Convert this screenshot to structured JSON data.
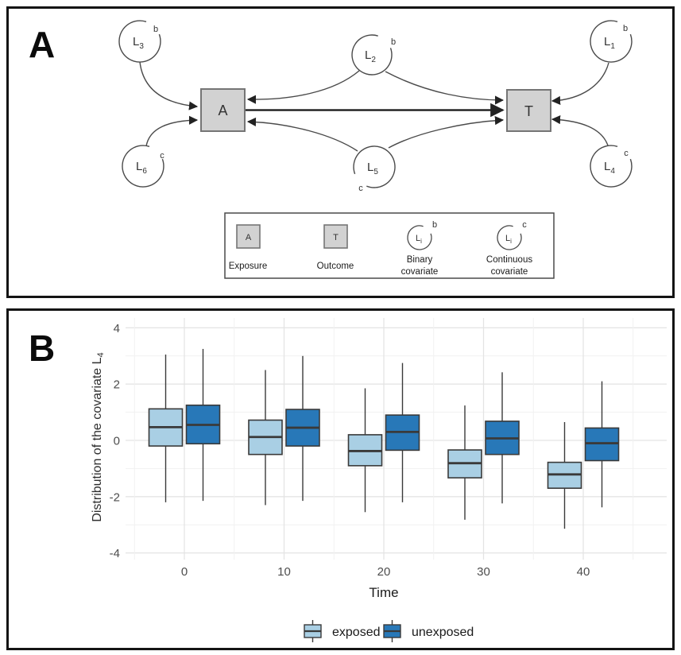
{
  "panelA": {
    "label": "A",
    "nodes": {
      "L1": {
        "base": "L",
        "sub": "1",
        "sup": "b"
      },
      "L2": {
        "base": "L",
        "sub": "2",
        "sup": "b"
      },
      "L3": {
        "base": "L",
        "sub": "3",
        "sup": "b"
      },
      "L4": {
        "base": "L",
        "sub": "4",
        "sup": "c"
      },
      "L5": {
        "base": "L",
        "sub": "5",
        "sup": "c"
      },
      "L6": {
        "base": "L",
        "sub": "6",
        "sup": "c"
      },
      "A": "A",
      "T": "T"
    },
    "edges": [
      {
        "from": "L3",
        "to": "A"
      },
      {
        "from": "L6",
        "to": "A"
      },
      {
        "from": "L2",
        "to": "A"
      },
      {
        "from": "L2",
        "to": "T"
      },
      {
        "from": "A",
        "to": "T"
      },
      {
        "from": "L5",
        "to": "A"
      },
      {
        "from": "L5",
        "to": "T"
      },
      {
        "from": "L1",
        "to": "T"
      },
      {
        "from": "L4",
        "to": "T"
      }
    ],
    "legend": {
      "exposure": {
        "symbol": "A",
        "label": "Exposure"
      },
      "outcome": {
        "symbol": "T",
        "label": "Outcome"
      },
      "binary": {
        "base": "L",
        "sub": "i",
        "sup": "b",
        "label1": "Binary",
        "label2": "covariate"
      },
      "continuous": {
        "base": "L",
        "sub": "i",
        "sup": "c",
        "label1": "Continuous",
        "label2": "covariate"
      }
    },
    "colors": {
      "node_fill": "#d2d2d2",
      "node_border": "#757575",
      "line": "#4a4a4a"
    }
  },
  "panelB": {
    "label": "B",
    "chart_data": {
      "type": "boxplot",
      "xlabel": "Time",
      "ylabel": "Distribution of the covariate L",
      "ylabel_sub": "4",
      "x_tick_values": [
        0,
        10,
        20,
        30,
        40
      ],
      "x_tick_labels": [
        "0",
        "10",
        "20",
        "30",
        "40"
      ],
      "y_tick_values": [
        4,
        2,
        0,
        -2,
        -4
      ],
      "y_tick_labels": [
        "4",
        "2",
        "0",
        "-2",
        "-4"
      ],
      "ylim": [
        -4.3,
        4.35
      ],
      "grid": true,
      "legend_position": "bottom",
      "box_border": "#3a3a3a",
      "series": [
        {
          "name": "exposed",
          "fill": "#A9CFE4",
          "boxes": [
            {
              "x": 0,
              "whisker_low": -2.2,
              "q1": -0.2,
              "median": 0.47,
              "q3": 1.12,
              "whisker_high": 3.05
            },
            {
              "x": 10,
              "whisker_low": -2.3,
              "q1": -0.5,
              "median": 0.12,
              "q3": 0.72,
              "whisker_high": 2.5
            },
            {
              "x": 20,
              "whisker_low": -2.55,
              "q1": -0.9,
              "median": -0.38,
              "q3": 0.2,
              "whisker_high": 1.85
            },
            {
              "x": 30,
              "whisker_low": -2.82,
              "q1": -1.33,
              "median": -0.81,
              "q3": -0.34,
              "whisker_high": 1.24
            },
            {
              "x": 40,
              "whisker_low": -3.14,
              "q1": -1.7,
              "median": -1.21,
              "q3": -0.78,
              "whisker_high": 0.65
            }
          ]
        },
        {
          "name": "unexposed",
          "fill": "#2878B8",
          "boxes": [
            {
              "x": 0,
              "whisker_low": -2.15,
              "q1": -0.12,
              "median": 0.55,
              "q3": 1.25,
              "whisker_high": 3.25
            },
            {
              "x": 10,
              "whisker_low": -2.15,
              "q1": -0.2,
              "median": 0.45,
              "q3": 1.1,
              "whisker_high": 3.0
            },
            {
              "x": 20,
              "whisker_low": -2.2,
              "q1": -0.35,
              "median": 0.3,
              "q3": 0.9,
              "whisker_high": 2.75
            },
            {
              "x": 30,
              "whisker_low": -2.24,
              "q1": -0.5,
              "median": 0.07,
              "q3": 0.68,
              "whisker_high": 2.42
            },
            {
              "x": 40,
              "whisker_low": -2.38,
              "q1": -0.72,
              "median": -0.1,
              "q3": 0.44,
              "whisker_high": 2.1
            }
          ]
        }
      ]
    }
  }
}
